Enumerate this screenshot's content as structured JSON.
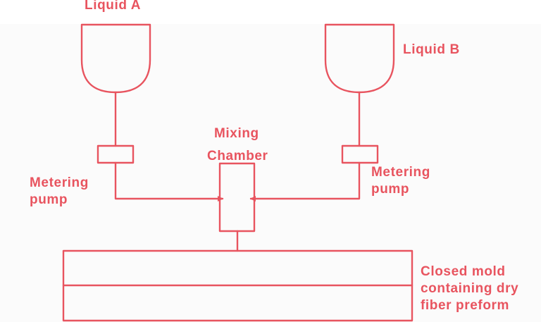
{
  "colors": {
    "stroke": "#e8545f",
    "text": "#e8545f"
  },
  "labels": {
    "liquid_a": "Liquid A",
    "liquid_b": "Liquid B",
    "mixing": [
      "Mixing",
      "Chamber"
    ],
    "metering_left": [
      "Metering",
      "pump"
    ],
    "metering_right": [
      "Metering",
      "pump"
    ],
    "mold": [
      "Closed mold",
      "containing dry",
      "fiber preform"
    ]
  }
}
